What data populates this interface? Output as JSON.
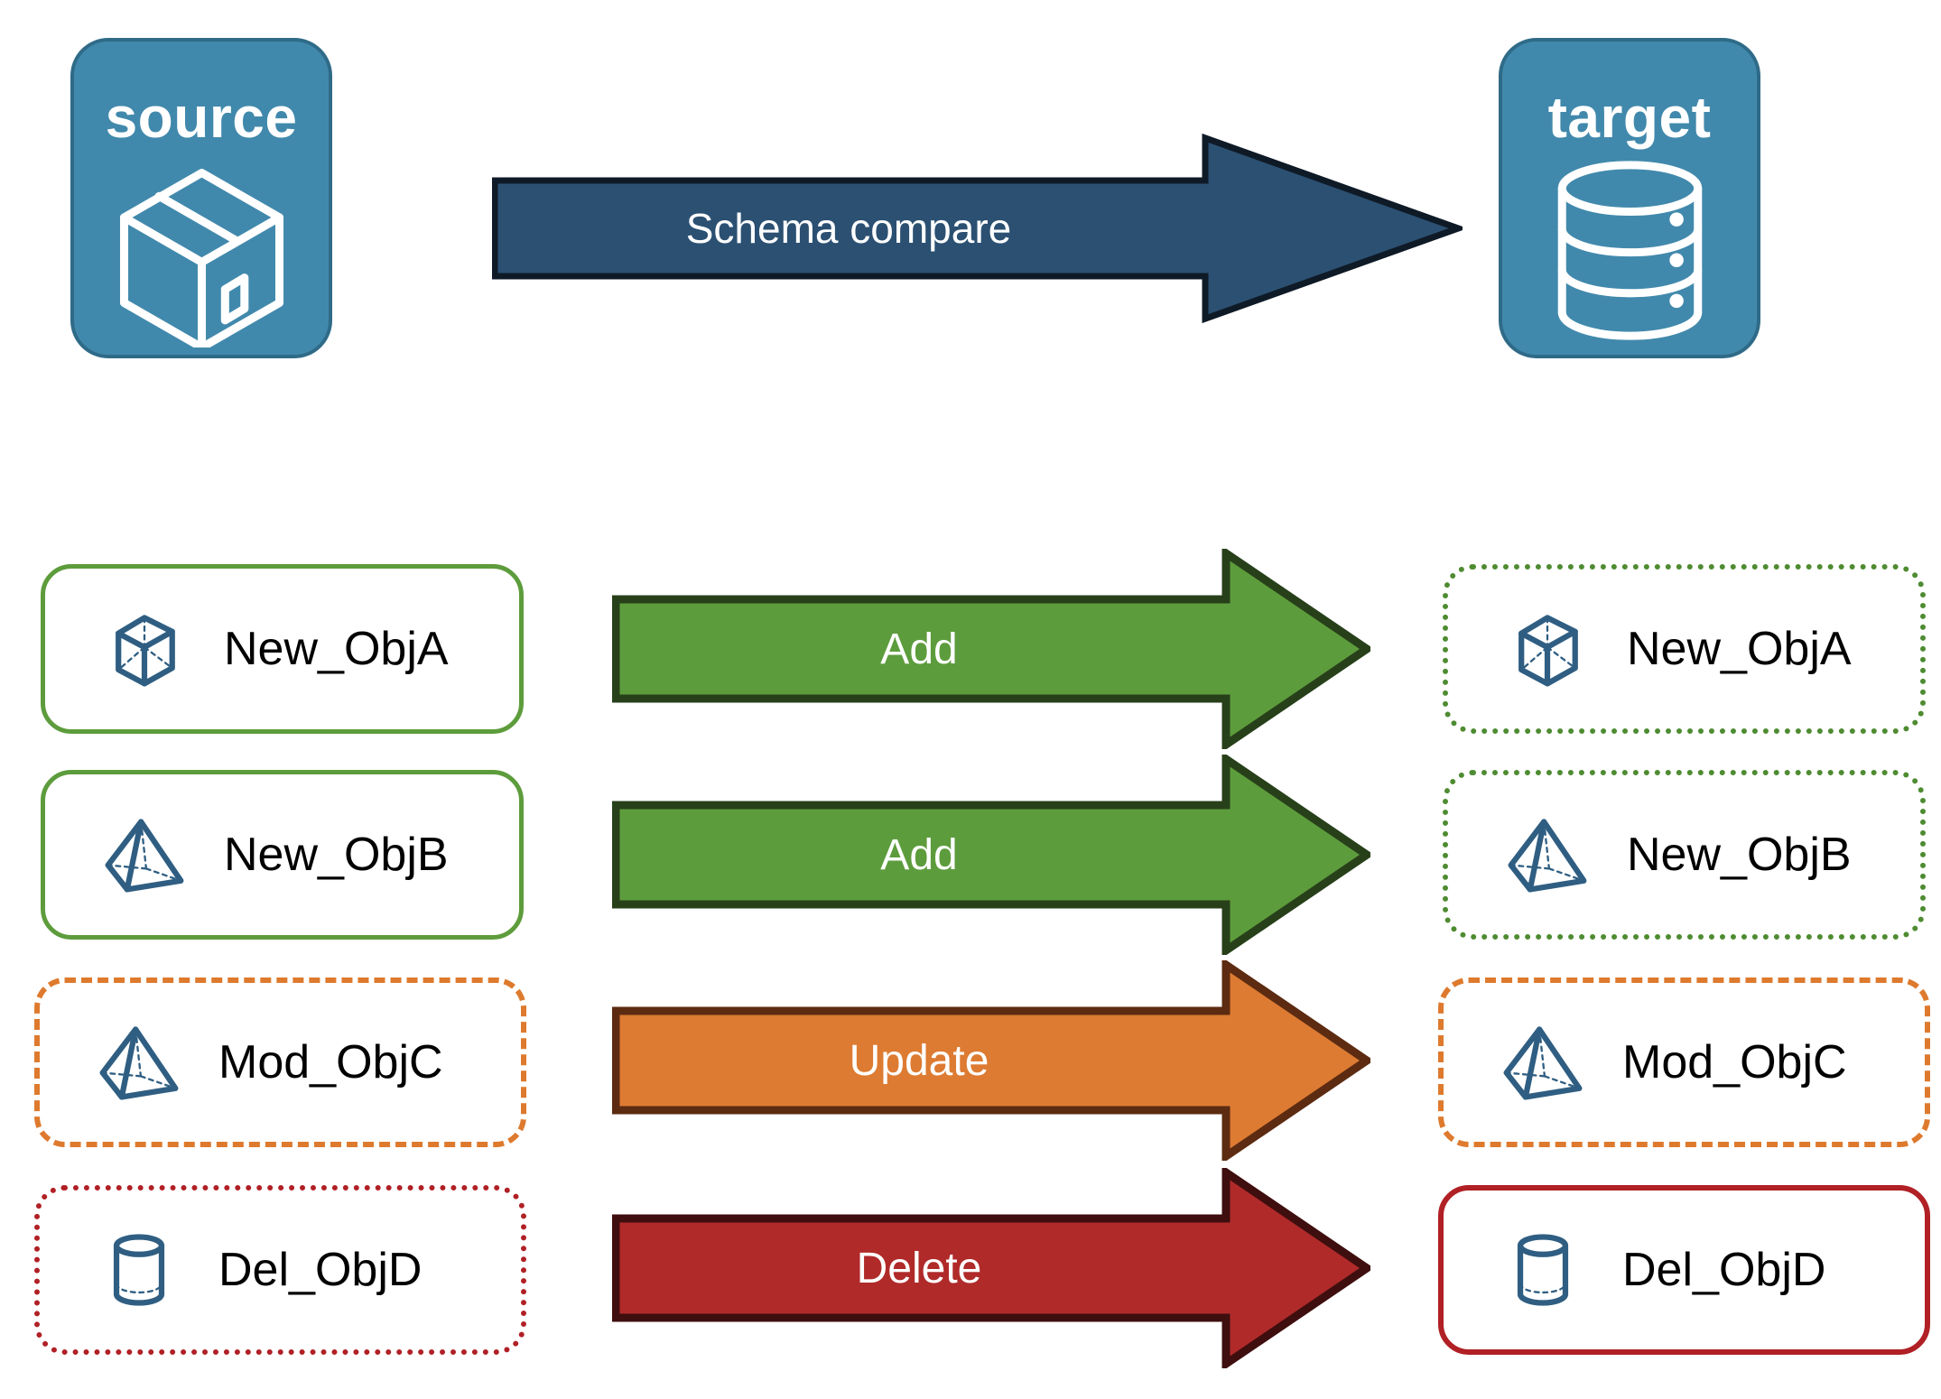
{
  "diagram": {
    "title": "Schema compare",
    "endpoints": [
      {
        "id": "source",
        "label": "source",
        "icon": "package-box-icon",
        "fill": "#4189AC",
        "stroke": "#2F6B88"
      },
      {
        "id": "target",
        "label": "target",
        "icon": "database-cylinder-icon",
        "fill": "#4189AC",
        "stroke": "#2F6B88"
      }
    ],
    "compare_arrow": {
      "label": "Schema compare",
      "fill": "#2B5072",
      "stroke": "#0F1A27",
      "label_color": "#FFFFFF"
    },
    "rows": [
      {
        "source": {
          "label": "New_ObjA",
          "icon": "wireframe-cube-icon",
          "border_style": "solid",
          "border_color": "#5D9C3C"
        },
        "action": {
          "label": "Add",
          "fill": "#5D9C3C",
          "stroke": "#27401A",
          "label_color": "#FFFFFF"
        },
        "target": {
          "label": "New_ObjA",
          "icon": "wireframe-cube-icon",
          "border_style": "dotted",
          "border_color": "#4E8B31"
        }
      },
      {
        "source": {
          "label": "New_ObjB",
          "icon": "wireframe-pyramid-icon",
          "border_style": "solid",
          "border_color": "#5D9C3C"
        },
        "action": {
          "label": "Add",
          "fill": "#5D9C3C",
          "stroke": "#27401A",
          "label_color": "#FFFFFF"
        },
        "target": {
          "label": "New_ObjB",
          "icon": "wireframe-pyramid-icon",
          "border_style": "dotted",
          "border_color": "#4E8B31"
        }
      },
      {
        "source": {
          "label": "Mod_ObjC",
          "icon": "wireframe-pyramid-icon",
          "border_style": "dashed",
          "border_color": "#DE7A2E"
        },
        "action": {
          "label": "Update",
          "fill": "#DD7B32",
          "stroke": "#5C2B11",
          "label_color": "#FFFFFF"
        },
        "target": {
          "label": "Mod_ObjC",
          "icon": "wireframe-pyramid-icon",
          "border_style": "dashed",
          "border_color": "#DE7A2E"
        }
      },
      {
        "source": {
          "label": "Del_ObjD",
          "icon": "wireframe-cylinder-icon",
          "border_style": "dotted",
          "border_color": "#B02025"
        },
        "action": {
          "label": "Delete",
          "fill": "#B02A2A",
          "stroke": "#3F0E0E",
          "label_color": "#FFFFFF"
        },
        "target": {
          "label": "Del_ObjD",
          "icon": "wireframe-cylinder-icon",
          "border_style": "solid",
          "border_color": "#B02025"
        }
      }
    ],
    "colors": {
      "icon_stroke": "#2F5E82",
      "background": "#FFFFFF",
      "text": "#000000"
    }
  }
}
